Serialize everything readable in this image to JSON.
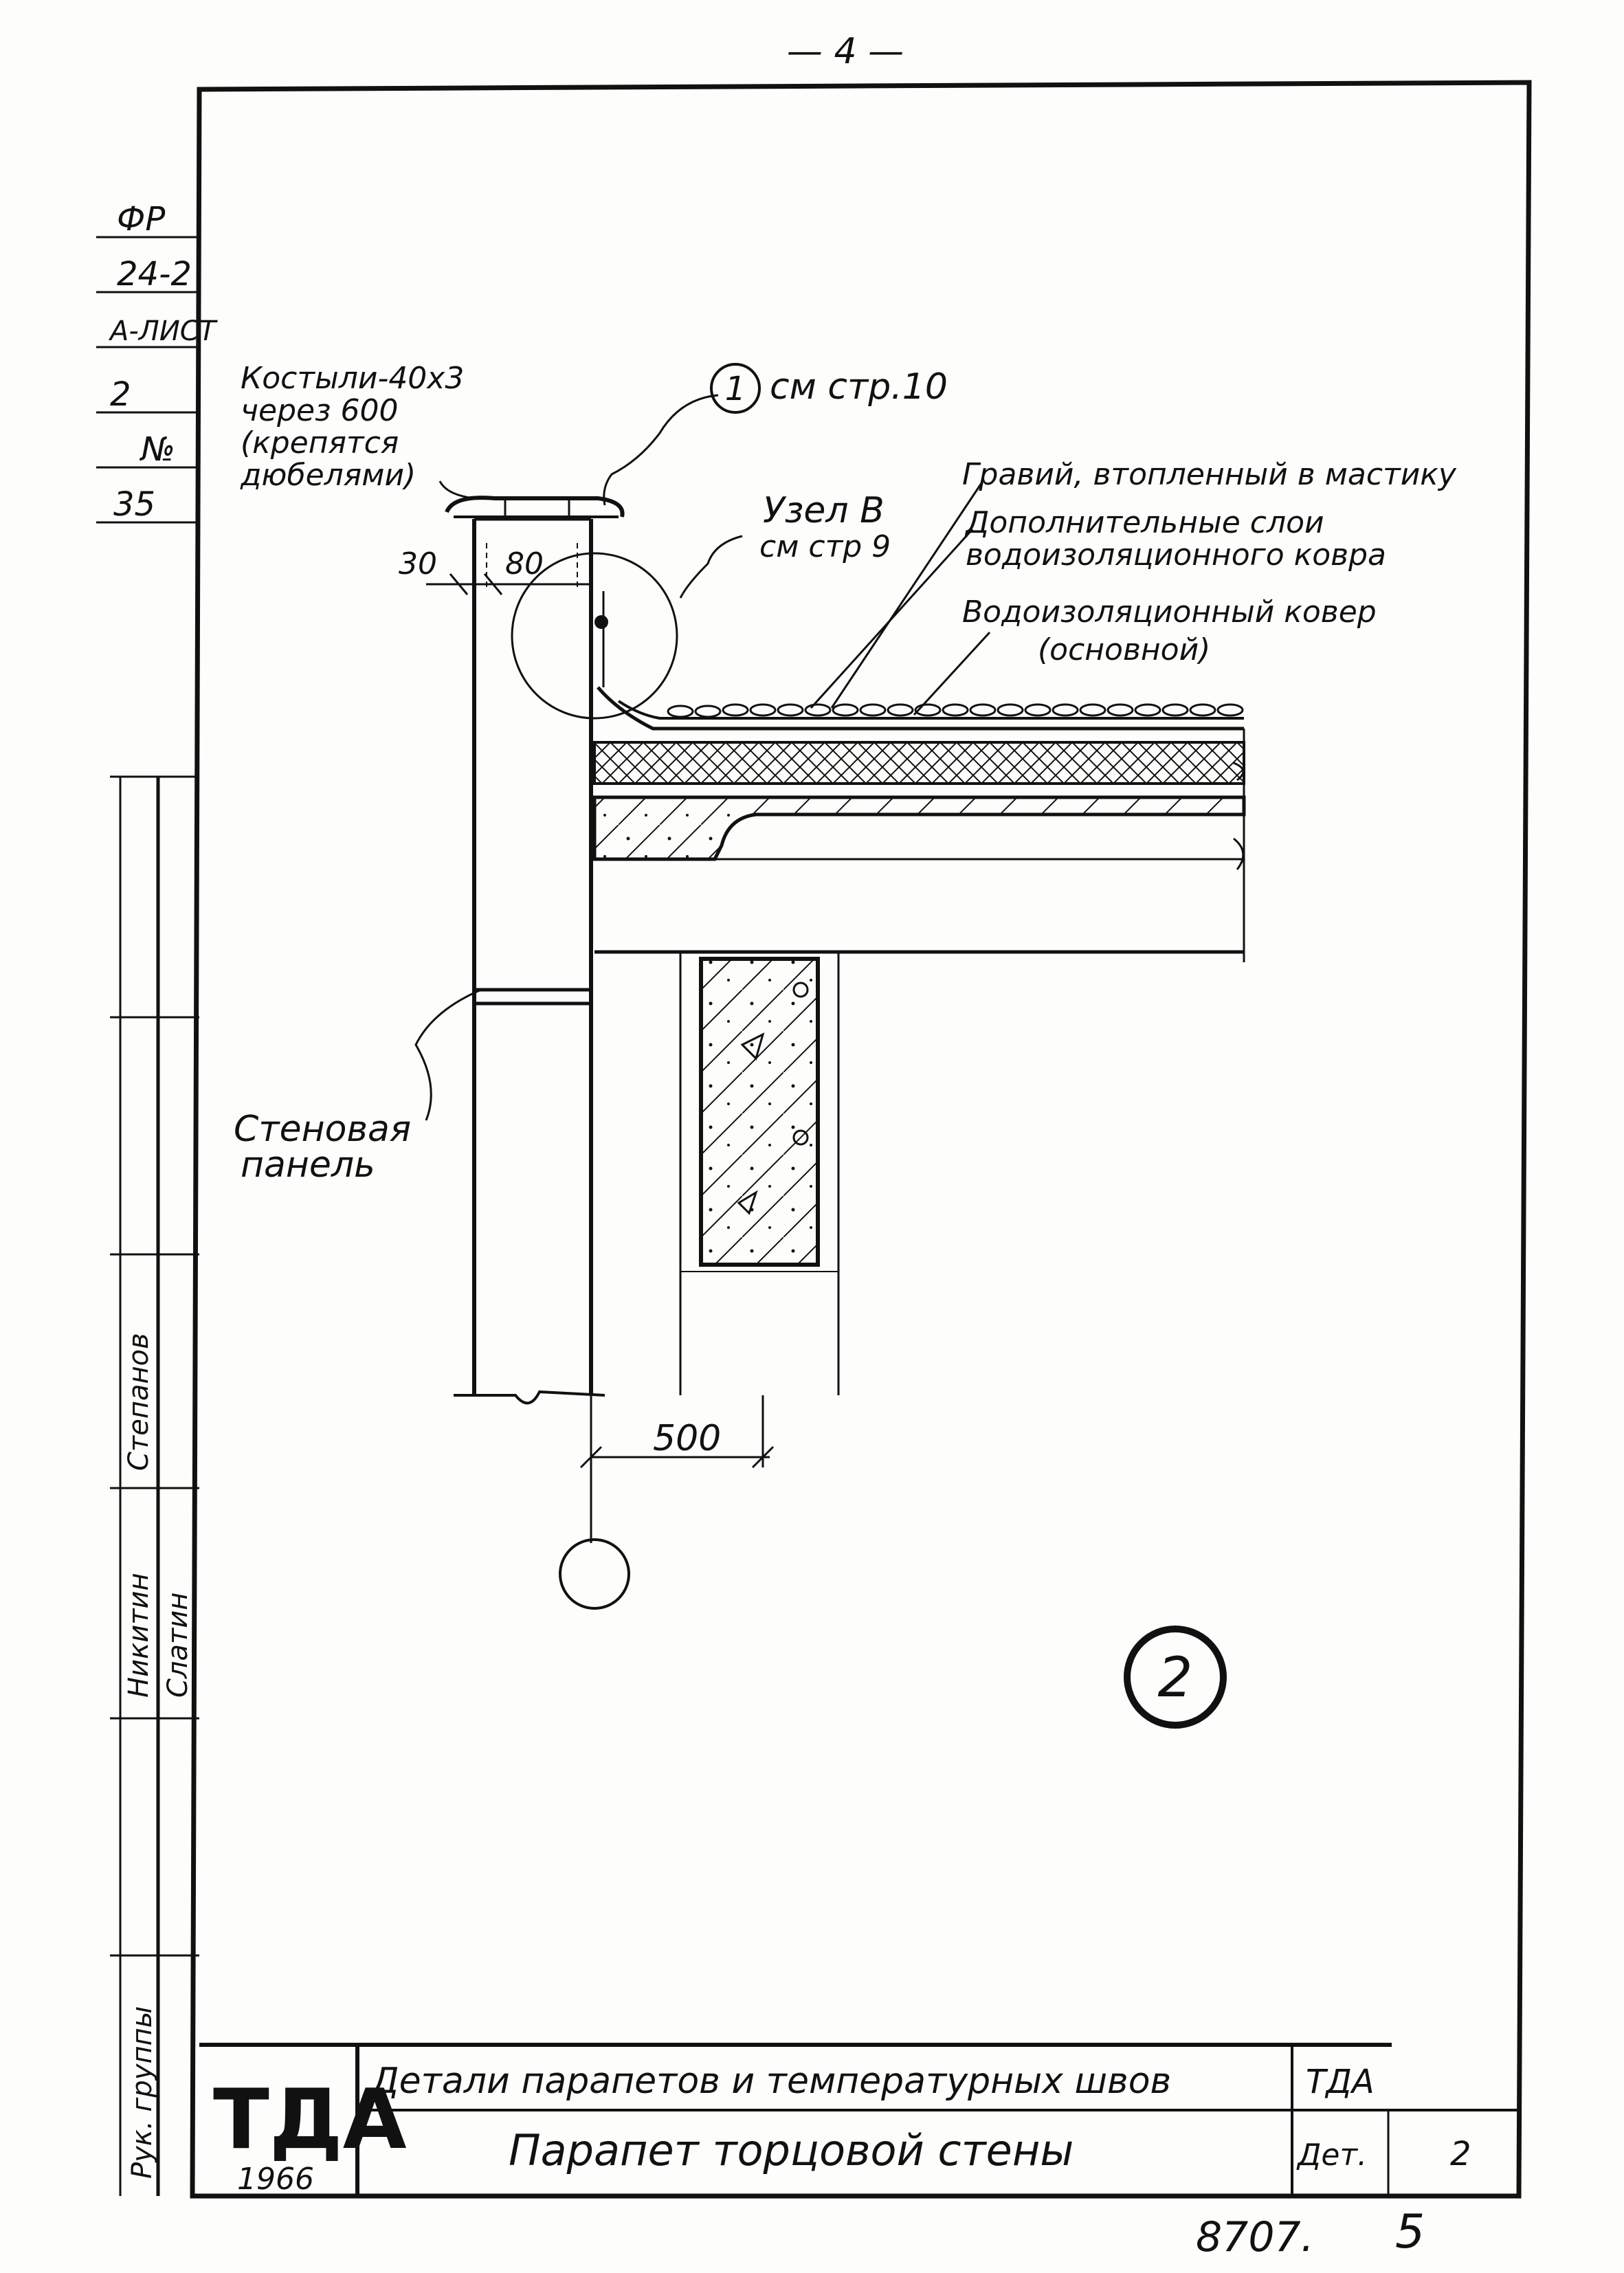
{
  "page_number": "— 4 —",
  "side_margin": {
    "stamps": [
      "ФР",
      "24-2",
      "А-ЛИСТ",
      "2",
      "№",
      "35"
    ],
    "columns": [
      "Рук. группы",
      "Слатин",
      "Никитин",
      "Степанов"
    ]
  },
  "callouts": {
    "node1_number": "1",
    "node1_ref": "см стр.10",
    "node_b_title": "Узел В",
    "node_b_ref": "см стр 9",
    "kostyli_line1": "Костыли-40х3",
    "kostyli_line2": "через 600",
    "kostyli_line3": "(крепятся",
    "kostyli_line4": "дюбелями)",
    "gravel": "Гравий, втопленный в мастику",
    "extra_layers_line1": "Дополнительные слои",
    "extra_layers_line2": "водоизоляционного ковра",
    "main_carpet_line1": "Водоизоляционный ковер",
    "main_carpet_line2": "(основной)",
    "wall_panel_line1": "Стеновая",
    "wall_panel_line2": "панель"
  },
  "dimensions": {
    "d30": "30",
    "d80": "80",
    "d500": "500"
  },
  "detail_number": "2",
  "title_block": {
    "org": "ТДА",
    "year": "1966",
    "title_top": "Детали парапетов и температурных швов",
    "title_bottom": "Парапет торцовой стены",
    "code": "ТДА",
    "sheet_label": "Дет.",
    "sheet_number": "2"
  },
  "footer": {
    "doc_number": "8707.",
    "page": "5"
  }
}
